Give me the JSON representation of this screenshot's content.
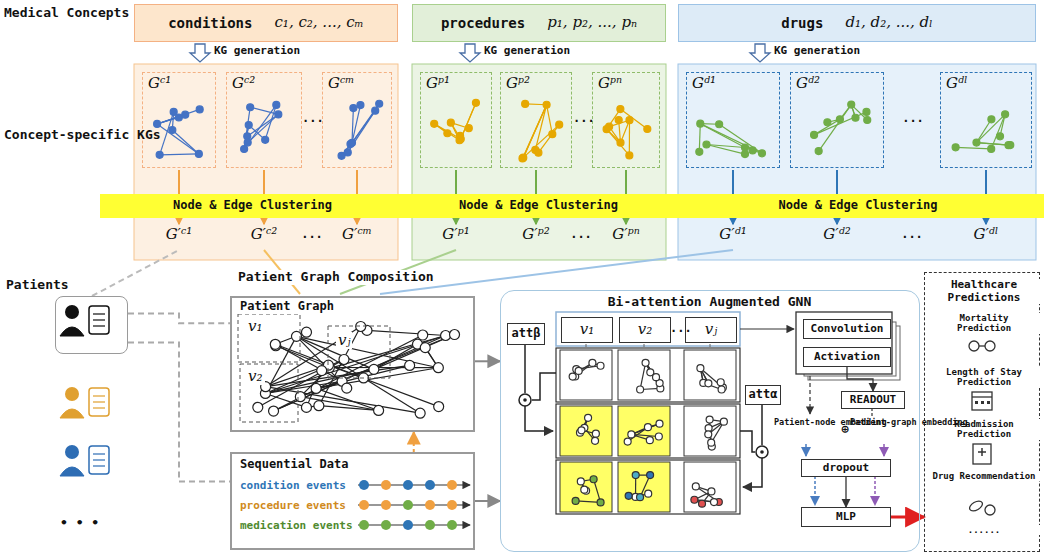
{
  "diagram": {
    "nodes": [
      {
        "text": [
          "conditions",
          "c₁, c₂, ..., cₘ"
        ]
      },
      {
        "text": [
          "procedures",
          "p₁, p₂, ..., pₙ"
        ]
      },
      {
        "text": [
          "drugs",
          "d₁, d₂, ..., dₗ"
        ]
      },
      {
        "text": [
          "Gᶜ¹"
        ]
      },
      {
        "text": [
          "Gᶜ²"
        ]
      },
      {
        "text": [
          "Gᶜᵐ"
        ]
      },
      {
        "text": [
          "Gᵖ¹"
        ]
      },
      {
        "text": [
          "Gᵖ²"
        ]
      },
      {
        "text": [
          "Gᵖⁿ"
        ]
      },
      {
        "text": [
          "Gᵈ¹"
        ]
      },
      {
        "text": [
          "Gᵈ²"
        ]
      },
      {
        "text": [
          "Gᵈˡ"
        ]
      },
      {
        "text": [
          "Node & Edge Clustering"
        ]
      },
      {
        "text": [
          "Node & Edge Clustering"
        ]
      },
      {
        "text": [
          "Node & Edge Clustering"
        ]
      },
      {
        "text": [
          "Patients"
        ]
      },
      {
        "text": [
          "Patient Graph",
          "v₁",
          "v₂",
          "vⱼ"
        ]
      },
      {
        "text": [
          "Sequential Data",
          "condition events",
          "procedure events",
          "medication events"
        ]
      },
      {
        "text": [
          "Bi-attention Augmented GNN"
        ]
      },
      {
        "text": [
          "attβ"
        ],
        "in": 18
      },
      {
        "text": [
          "v₁"
        ],
        "in": 18
      },
      {
        "text": [
          "v₂"
        ],
        "in": 18
      },
      {
        "text": [
          "vⱼ"
        ],
        "in": 18
      },
      {
        "text": [
          "attα"
        ],
        "in": 18
      },
      {
        "text": [
          "Convolution"
        ],
        "in": 18
      },
      {
        "text": [
          "Activation"
        ],
        "in": 18
      },
      {
        "text": [
          "READOUT"
        ],
        "in": 18
      },
      {
        "text": [
          "dropout"
        ],
        "in": 18
      },
      {
        "text": [
          "MLP"
        ],
        "in": 18
      },
      {
        "text": [
          "Healthcare Predictions",
          "Mortality Prediction",
          "Length of Stay Prediction",
          "Readmission Prediction",
          "Drug Recommendation",
          "......"
        ]
      }
    ],
    "edges": [
      {
        "from": 15,
        "to": 16,
        "arrow": "none"
      },
      {
        "from": 15,
        "to": 17,
        "arrow": "none"
      },
      {
        "from": 17,
        "to": 16,
        "arrow": "to"
      },
      {
        "from": 16,
        "to": 18,
        "arrow": "to"
      },
      {
        "from": 17,
        "to": 18,
        "arrow": "to"
      },
      {
        "from": 25,
        "to": 26,
        "arrow": "to"
      },
      {
        "from": 27,
        "to": 28,
        "arrow": "to"
      },
      {
        "from": 28,
        "to": 29,
        "arrow": "to"
      }
    ],
    "labels": [
      "Medical Concepts",
      "Concept-specific KGs",
      "KG generation",
      "KG generation",
      "KG generation",
      "...",
      "...",
      "...",
      "G′ᶜ¹",
      "G′ᶜ²",
      "...",
      "G′ᶜᵐ",
      "G′ᵖ¹",
      "G′ᵖ²",
      "...",
      "G′ᵖⁿ",
      "G′ᵈ¹",
      "G′ᵈ²",
      "...",
      "G′ᵈˡ",
      "Patient Graph Composition",
      "• • •",
      "...",
      "Patient-node embedding",
      "⊕",
      "Patient-graph embedding"
    ]
  }
}
